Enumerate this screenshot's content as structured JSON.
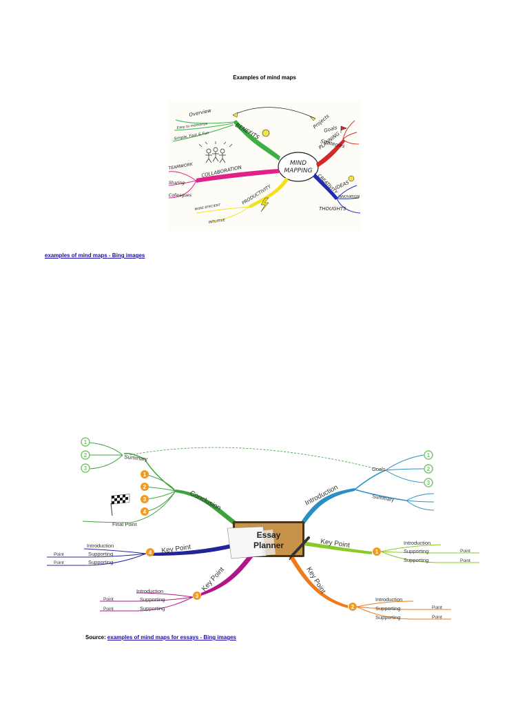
{
  "page": {
    "heading": "Examples of mind maps",
    "link1_text": "examples of mind maps - Bing images",
    "source_label": "Source:",
    "link2_text": "examples of mind maps for essays - Bing images"
  },
  "mindmap1": {
    "center": [
      "MIND",
      "MAPPING"
    ],
    "branches": {
      "benefits": "BENEFITS",
      "planning": "PLANNING",
      "collaboration": "COLLABORATION",
      "creativity": "CREATIVITY",
      "productivity": "PRODUCTIVITY"
    },
    "leaves": {
      "overview": "Overview",
      "easy": "Easy to memorize",
      "simple": "Simple, Fast & Fun",
      "projects": "Projects",
      "goals": "Goals",
      "strategies": "Strategies",
      "teamwork": "TEAMWORK",
      "sharing": "Sharing",
      "colleagues": "Colleagues",
      "ideas": "IDEAS",
      "innovation": "INNOVATION",
      "thoughts": "THOUGHTS",
      "more_efficient": "MORE EFFICIENT",
      "intuitive": "INTUITIVE"
    },
    "colors": {
      "benefits": "#3cb043",
      "planning": "#d62828",
      "collaboration": "#e0218a",
      "creativity": "#1f2bb5",
      "productivity": "#f2e01e"
    }
  },
  "mindmap2": {
    "center": [
      "Essay",
      "Planner"
    ],
    "branches": {
      "conclusion": "Conclusion",
      "introduction": "Introduction",
      "kp_left": "Key Point",
      "kp_right": "Key Point",
      "kp_bottom_left": "Key Point",
      "kp_bottom_right": "Key Point"
    },
    "sub": {
      "summary": "Summary",
      "final_point": "Final Point",
      "goals": "Goals",
      "summary_right": "Summary",
      "introduction": "Introduction",
      "supporting": "Supporting",
      "point": "Point"
    },
    "numbers": {
      "one": "1",
      "two": "2",
      "three": "3",
      "four": "4"
    },
    "colors": {
      "conclusion": "#3aa33a",
      "introduction": "#2a8fc4",
      "kp_left": "#23239a",
      "kp_right": "#8bc92a",
      "kp_bottom_left": "#b0158a",
      "kp_bottom_right": "#f07a1a",
      "badge": "#f39a1e",
      "badge_green": "#7ac66a"
    }
  }
}
